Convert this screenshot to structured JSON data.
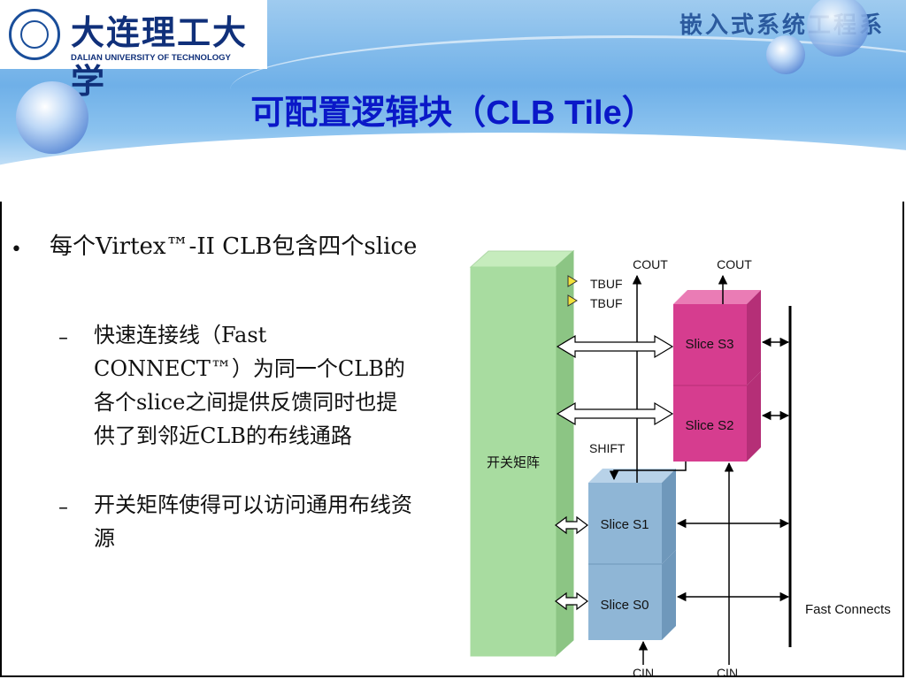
{
  "header": {
    "university_cn": "大连理工大学",
    "university_en": "DALIAN UNIVERSITY OF TECHNOLOGY",
    "department": "嵌入式系统工程系",
    "title": "可配置逻辑块（CLB Tile）"
  },
  "bullets": {
    "main": "每个Virtex™-II CLB包含四个slice",
    "sub1": "快速连接线（Fast CONNECT™）为同一个CLB的各个slice之间提供反馈同时也提供了到邻近CLB的布线通路",
    "sub2": "开关矩阵使得可以访问通用布线资源"
  },
  "diagram": {
    "switch_matrix": "开关矩阵",
    "slices": [
      "Slice S3",
      "Slice S2",
      "Slice S1",
      "Slice S0"
    ],
    "tbuf": [
      "TBUF",
      "TBUF"
    ],
    "cout": [
      "COUT",
      "COUT"
    ],
    "cin": [
      "CIN",
      "CIN"
    ],
    "shift": "SHIFT",
    "fast_connects": "Fast Connects"
  },
  "colors": {
    "title": "#0a18c8",
    "switch_matrix": "#a8dca0",
    "slice_top": "#d63d8f",
    "slice_bottom": "#8fb6d6"
  }
}
